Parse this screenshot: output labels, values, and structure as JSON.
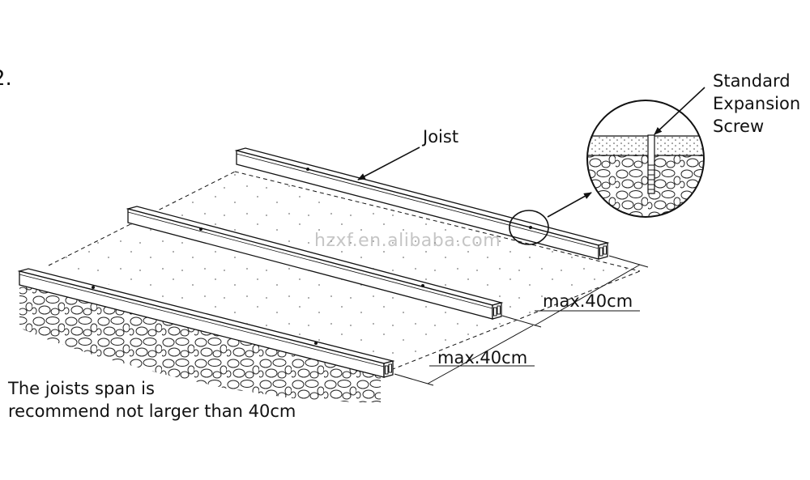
{
  "step_number": "2.",
  "labels": {
    "joist": "Joist",
    "screw_line1": "Standard",
    "screw_line2": "Expansion",
    "screw_line3": "Screw",
    "span_top": "max.40cm",
    "span_bottom": "max.40cm",
    "note_line1": "The joists span is",
    "note_line2": "recommend not larger than 40cm"
  },
  "watermark": "hzxf.en.alibaba.com",
  "colors": {
    "line": "#111111",
    "watermark": "#969696",
    "background": "#ffffff"
  }
}
